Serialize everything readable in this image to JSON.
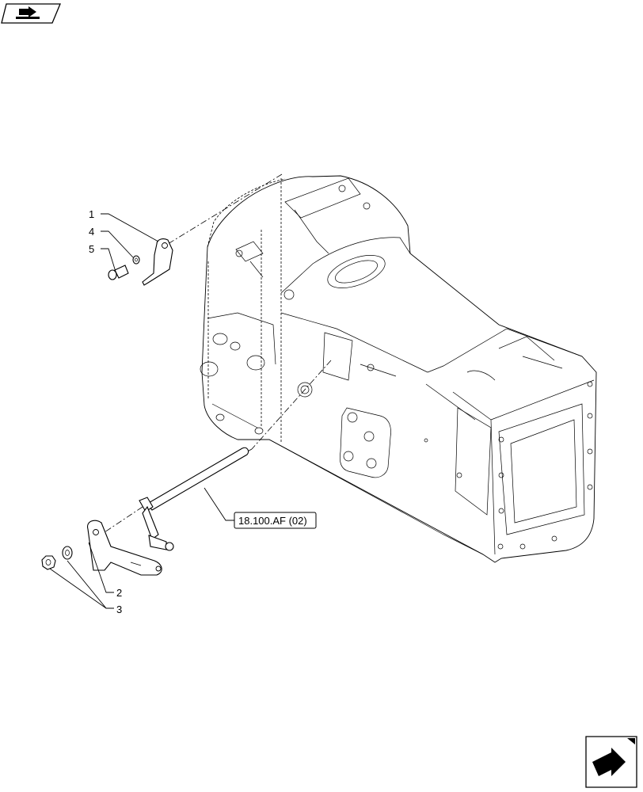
{
  "callouts": {
    "c1": "1",
    "c2": "2",
    "c3": "3",
    "c4": "4",
    "c5": "5"
  },
  "reference_label": "18.100.AF (02)",
  "icons": {
    "top_left": "previous-page-arrow-icon",
    "bottom_right": "next-page-arrow-icon"
  }
}
